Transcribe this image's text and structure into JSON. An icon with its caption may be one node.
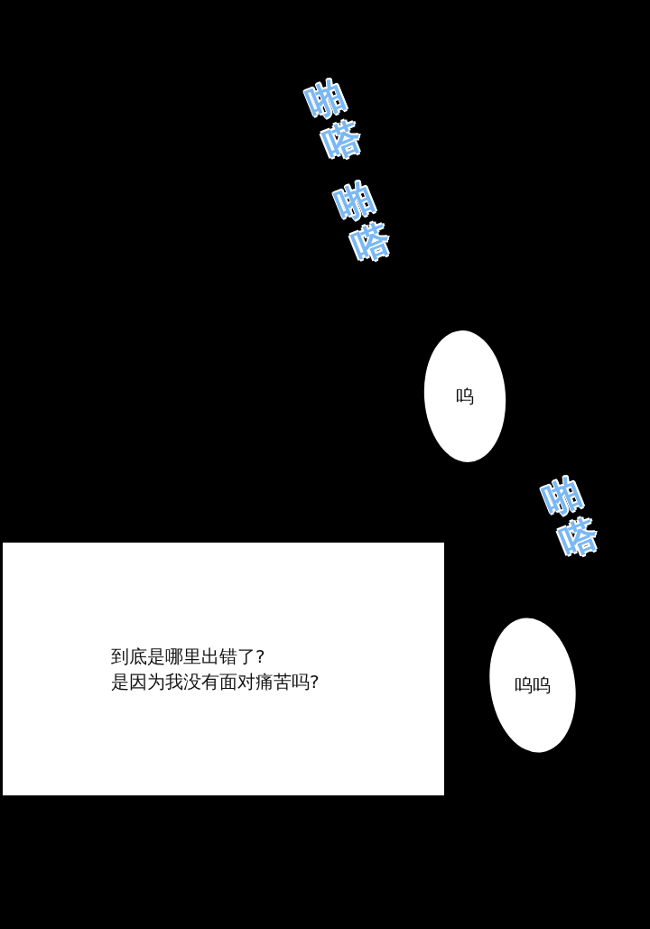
{
  "diagram": {
    "nodes": [
      {
        "text": [
          "呜"
        ]
      },
      {
        "text": [
          "到底是哪里出错了?",
          "是因为我没有面对痛苦吗?"
        ]
      },
      {
        "text": [
          "呜呜"
        ]
      }
    ],
    "labels": [
      "啪嗒",
      "啪嗒",
      "啪嗒"
    ]
  }
}
